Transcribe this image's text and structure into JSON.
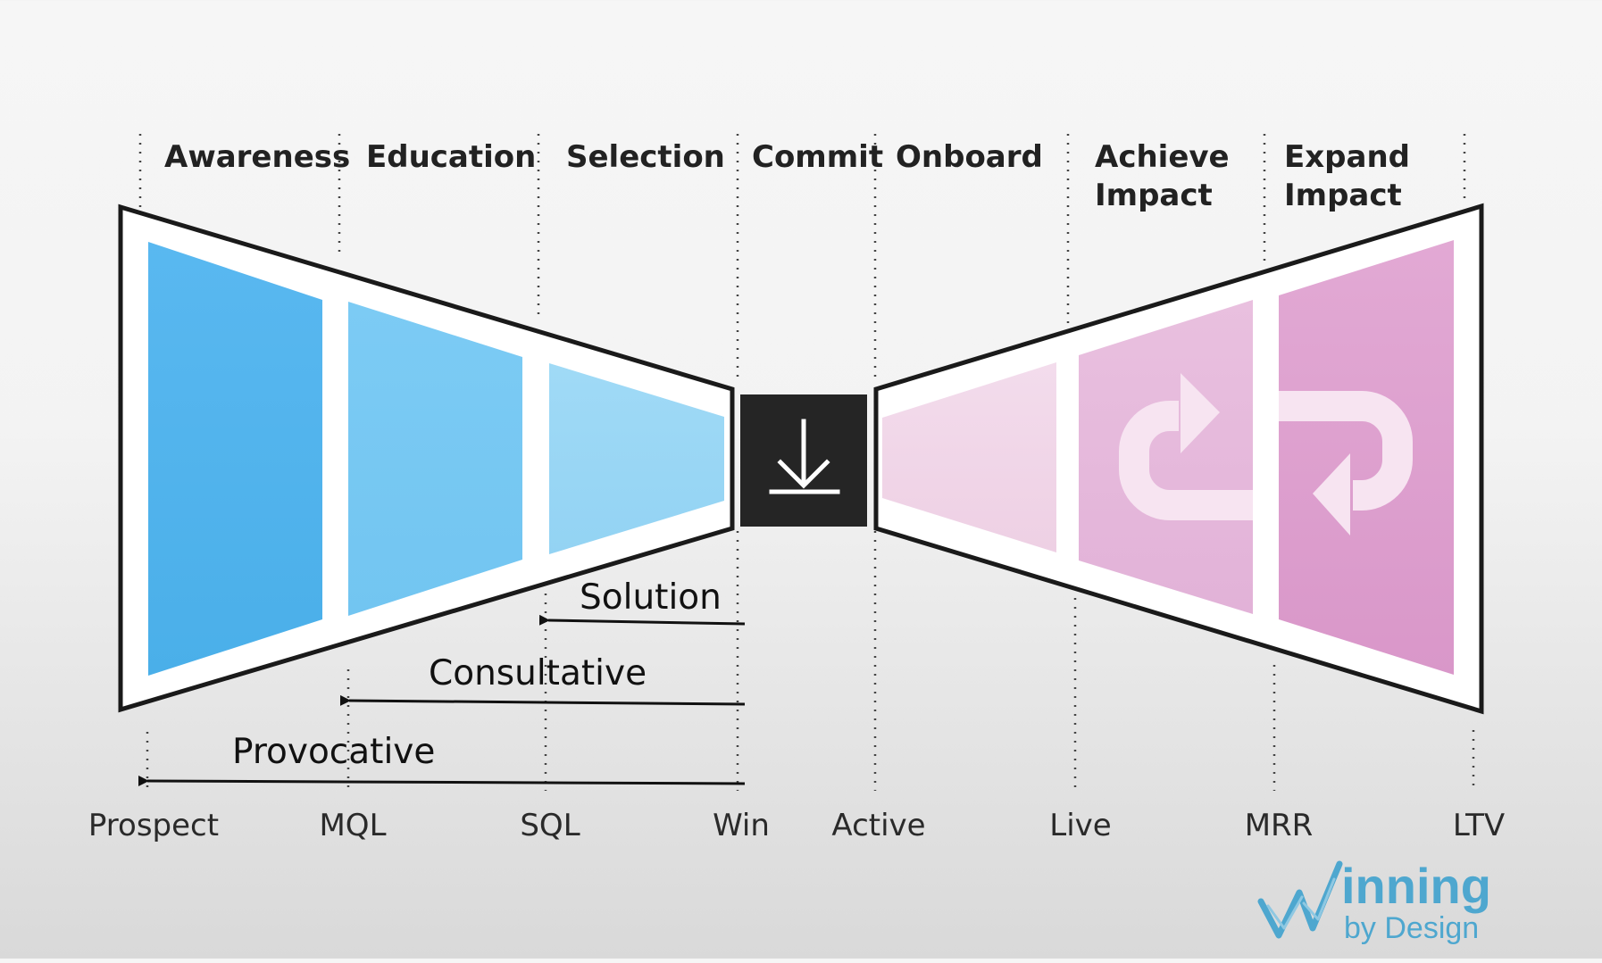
{
  "stages": [
    {
      "line1": "Awareness",
      "line2": ""
    },
    {
      "line1": "Education",
      "line2": ""
    },
    {
      "line1": "Selection",
      "line2": ""
    },
    {
      "line1": "Commit",
      "line2": ""
    },
    {
      "line1": "Onboard",
      "line2": ""
    },
    {
      "line1": "Achieve",
      "line2": "Impact"
    },
    {
      "line1": "Expand",
      "line2": "Impact"
    }
  ],
  "milestones": [
    "Prospect",
    "MQL",
    "SQL",
    "Win",
    "Active",
    "Live",
    "MRR",
    "LTV"
  ],
  "sales_motions": [
    "Solution",
    "Consultative",
    "Provocative"
  ],
  "center_icon": "download-arrow-icon",
  "loop_icons": [
    "loop-arrow-up-icon",
    "loop-arrow-down-icon"
  ],
  "logo": {
    "word": "inning",
    "tagline": "by Design",
    "color": "#4ea7cf"
  },
  "colors": {
    "awareness": "#52b4ef",
    "education": "#79caf3",
    "selection": "#9ad7f4",
    "commit_box": "#252525",
    "onboard": "#f1d6e8",
    "achieve_impact": "#e6b8db",
    "expand_impact": "#de9fcc"
  }
}
